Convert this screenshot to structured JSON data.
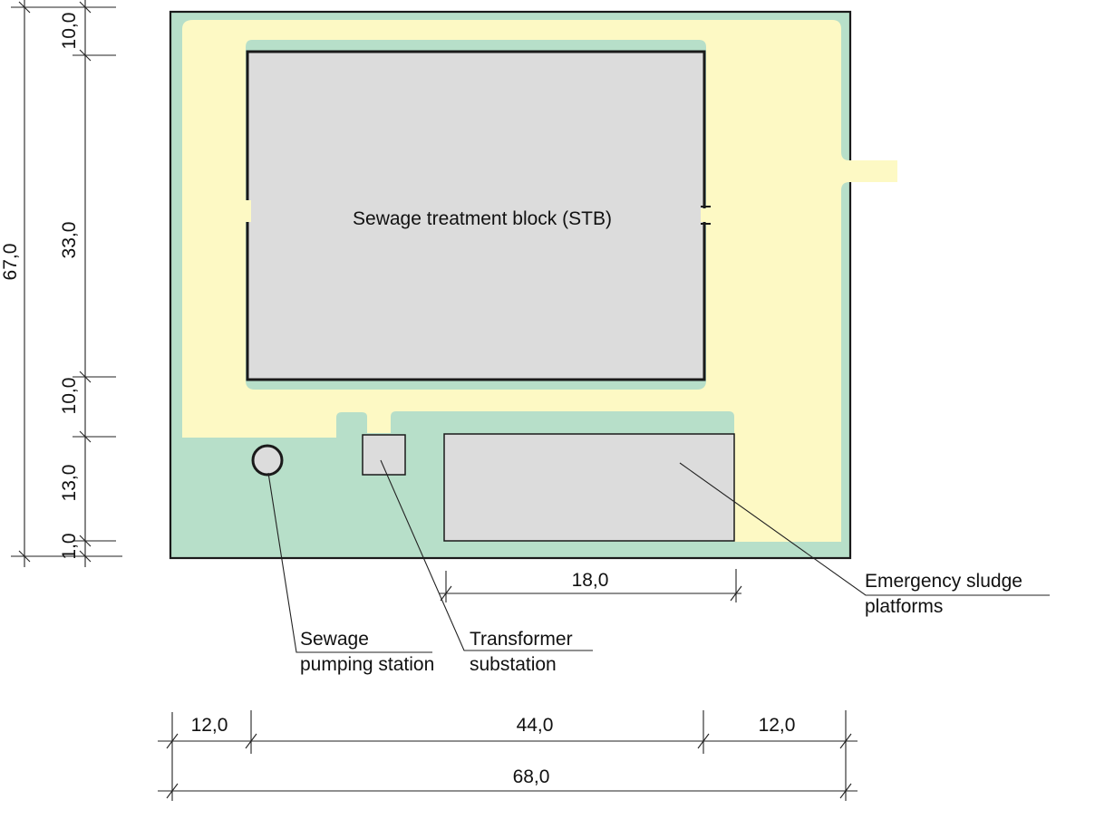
{
  "colors": {
    "site_fill": "#b7dfc9",
    "road_fill": "#fdf9c4",
    "building_fill": "#dcdcdc",
    "outline": "#1a1a1a"
  },
  "labels": {
    "stb": "Sewage treatment block (STB)",
    "sps_line1": "Sewage",
    "sps_line2": "pumping station",
    "ts_line1": "Transformer",
    "ts_line2": "substation",
    "esp_line1": "Emergency sludge",
    "esp_line2": "platforms"
  },
  "dimensions": {
    "left_total": "67,0",
    "left_segments": [
      "10,0",
      "33,0",
      "10,0",
      "13,0",
      "1,0"
    ],
    "platform_width": "18,0",
    "bottom_segments": [
      "12,0",
      "44,0",
      "12,0"
    ],
    "bottom_total": "68,0"
  },
  "icons": {
    "pumping_station": "circle-icon",
    "transformer": "square-icon"
  }
}
